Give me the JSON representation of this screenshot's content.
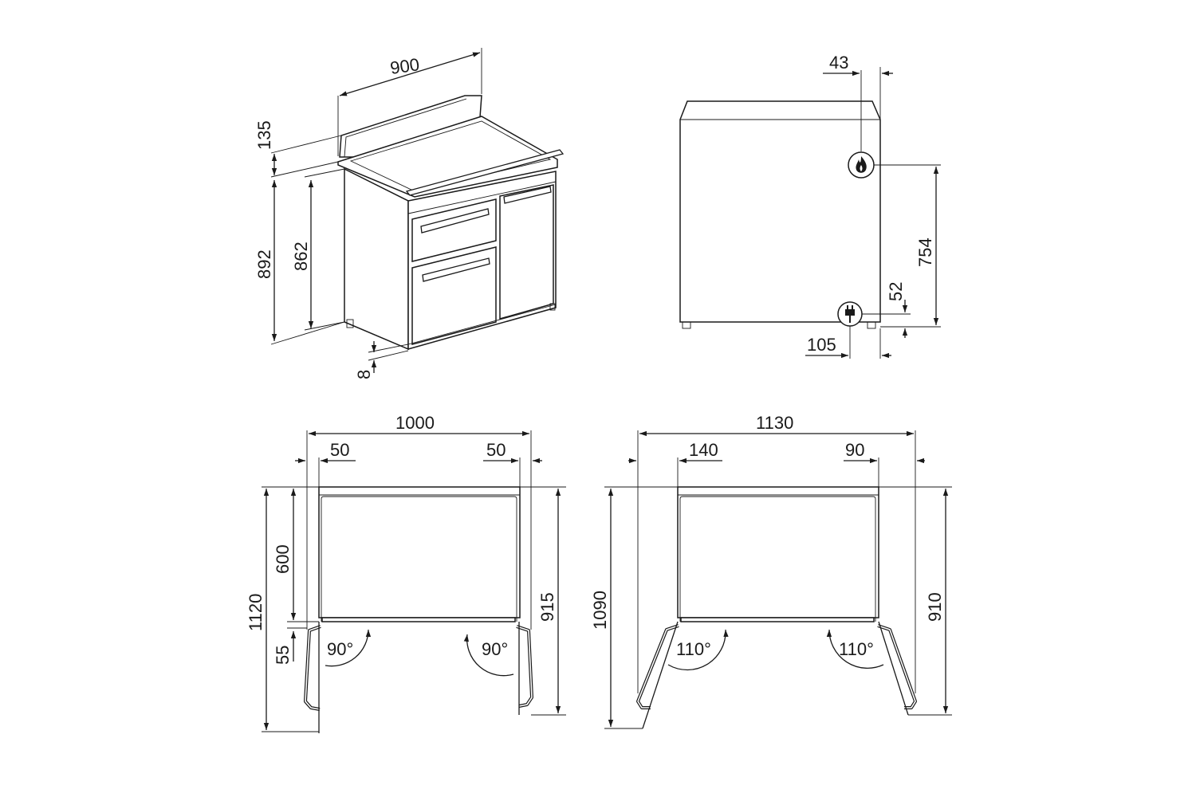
{
  "iso_view": {
    "width": "900",
    "backguard": "135",
    "total_height": "892",
    "hob_height": "862",
    "foot": "8"
  },
  "side_view": {
    "back_offset": "43",
    "gas_height": "754",
    "electric_height": "52",
    "electric_offset": "105",
    "gas_icon": "flame-icon",
    "electric_icon": "plug-icon"
  },
  "top_view_90": {
    "overall_width": "1000",
    "left_margin": "50",
    "right_margin": "50",
    "depth_closed": "600",
    "door_depth": "55",
    "total_depth": "1120",
    "right_depth": "915",
    "left_angle": "90°",
    "right_angle": "90°"
  },
  "top_view_110": {
    "overall_width": "1130",
    "left_margin": "140",
    "right_margin": "90",
    "total_depth": "1090",
    "right_depth": "910",
    "left_angle": "110°",
    "right_angle": "110°"
  }
}
